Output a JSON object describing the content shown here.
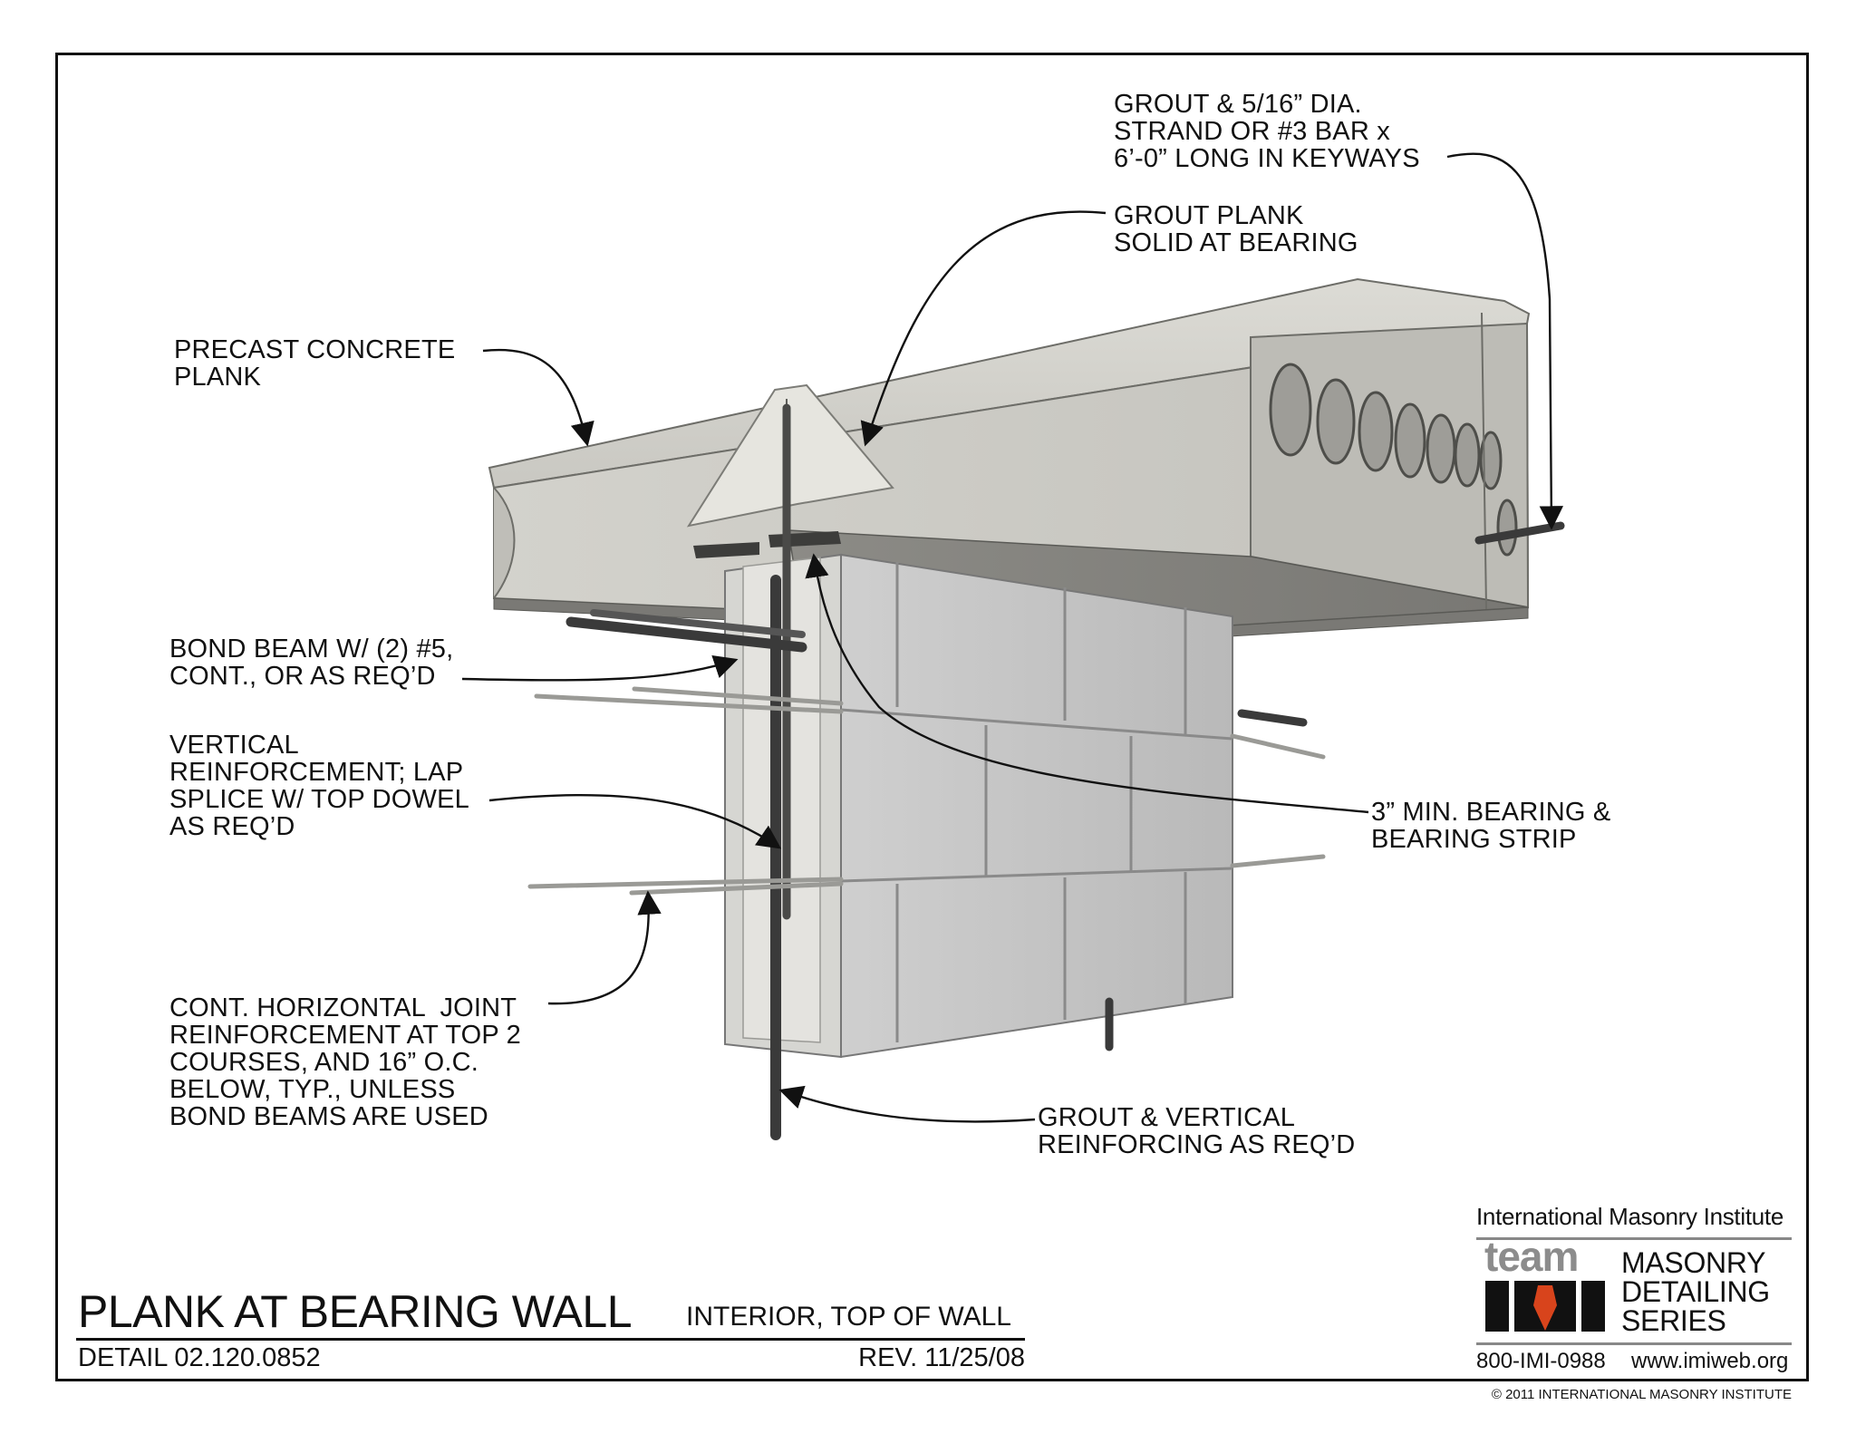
{
  "callouts": {
    "grout_strand": "GROUT & 5/16” DIA.\nSTRAND OR #3 BAR x\n6’-0” LONG IN KEYWAYS",
    "grout_plank": "GROUT PLANK\nSOLID AT BEARING",
    "precast_plank": "PRECAST CONCRETE\nPLANK",
    "bond_beam": "BOND BEAM W/ (2) #5,\nCONT., OR AS REQ’D",
    "vertical_reinf": "VERTICAL\nREINFORCEMENT; LAP\nSPLICE W/ TOP DOWEL\nAS REQ’D",
    "bearing_strip": "3” MIN. BEARING &\nBEARING STRIP",
    "joint_reinf": "CONT. HORIZONTAL  JOINT\nREINFORCEMENT AT TOP 2\nCOURSES, AND 16” O.C.\nBELOW, TYP., UNLESS\nBOND BEAMS ARE USED",
    "grout_vertical": "GROUT & VERTICAL\nREINFORCING AS REQ’D"
  },
  "title_block": {
    "title": "PLANK AT BEARING WALL",
    "subtitle": "INTERIOR, TOP OF WALL",
    "detail": "DETAIL 02.120.0852",
    "rev": "REV. 11/25/08"
  },
  "logo": {
    "org": "International Masonry Institute",
    "team": "team",
    "series": "MASONRY\nDETAILING\nSERIES",
    "phone": "800-IMI-0988",
    "web": "www.imiweb.org"
  },
  "copyright": "© 2011 INTERNATIONAL MASONRY INSTITUTE",
  "colors": {
    "concrete_light": "#d9d8d2",
    "concrete_mid": "#c2c1bb",
    "plank_underside": "#8f8e8a",
    "block": "#c4c4c4",
    "rebar": "#3a3a3a",
    "logo_accent": "#d8441c"
  }
}
